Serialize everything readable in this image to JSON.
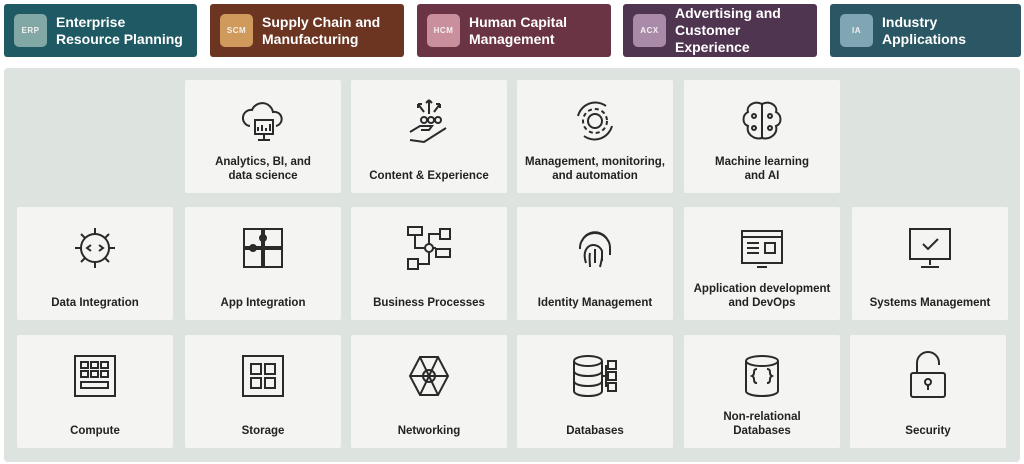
{
  "pillars": [
    {
      "badge": "ERP",
      "label": "Enterprise\nResource Planning",
      "color": "#1f5a64",
      "badge_color": "#82a8a6"
    },
    {
      "badge": "SCM",
      "label": "Supply Chain and\nManufacturing",
      "color": "#6b3522",
      "badge_color": "#d09a5c"
    },
    {
      "badge": "HCM",
      "label": "Human Capital\nManagement",
      "color": "#6a3444",
      "badge_color": "#c98f9c"
    },
    {
      "badge": "ACX",
      "label": "Advertising and\nCustomer Experience",
      "color": "#4f3550",
      "badge_color": "#a98aa8"
    },
    {
      "badge": "IA",
      "label": "Industry\nApplications",
      "color": "#2b5663",
      "badge_color": "#7fa6b2"
    }
  ],
  "tiles": [
    {
      "label": "Analytics, BI, and\ndata science",
      "icon": "cloud-chart-icon"
    },
    {
      "label": "Content & Experience",
      "icon": "hand-arrows-icon"
    },
    {
      "label": "Management, monitoring,\nand automation",
      "icon": "gear-cycle-icon"
    },
    {
      "label": "Machine learning\nand AI",
      "icon": "brain-icon"
    },
    {
      "label": "Data Integration",
      "icon": "gear-code-icon"
    },
    {
      "label": "App Integration",
      "icon": "puzzle-icon"
    },
    {
      "label": "Business Processes",
      "icon": "flowchart-icon"
    },
    {
      "label": "Identity Management",
      "icon": "fingerprint-icon"
    },
    {
      "label": "Application development\nand DevOps",
      "icon": "code-window-icon"
    },
    {
      "label": "Systems Management",
      "icon": "monitor-check-icon"
    },
    {
      "label": "Compute",
      "icon": "chip-grid-icon"
    },
    {
      "label": "Storage",
      "icon": "storage-grid-icon"
    },
    {
      "label": "Networking",
      "icon": "network-icon"
    },
    {
      "label": "Databases",
      "icon": "database-icon"
    },
    {
      "label": "Non-relational\nDatabases",
      "icon": "nosql-database-icon"
    },
    {
      "label": "Security",
      "icon": "padlock-icon"
    }
  ]
}
